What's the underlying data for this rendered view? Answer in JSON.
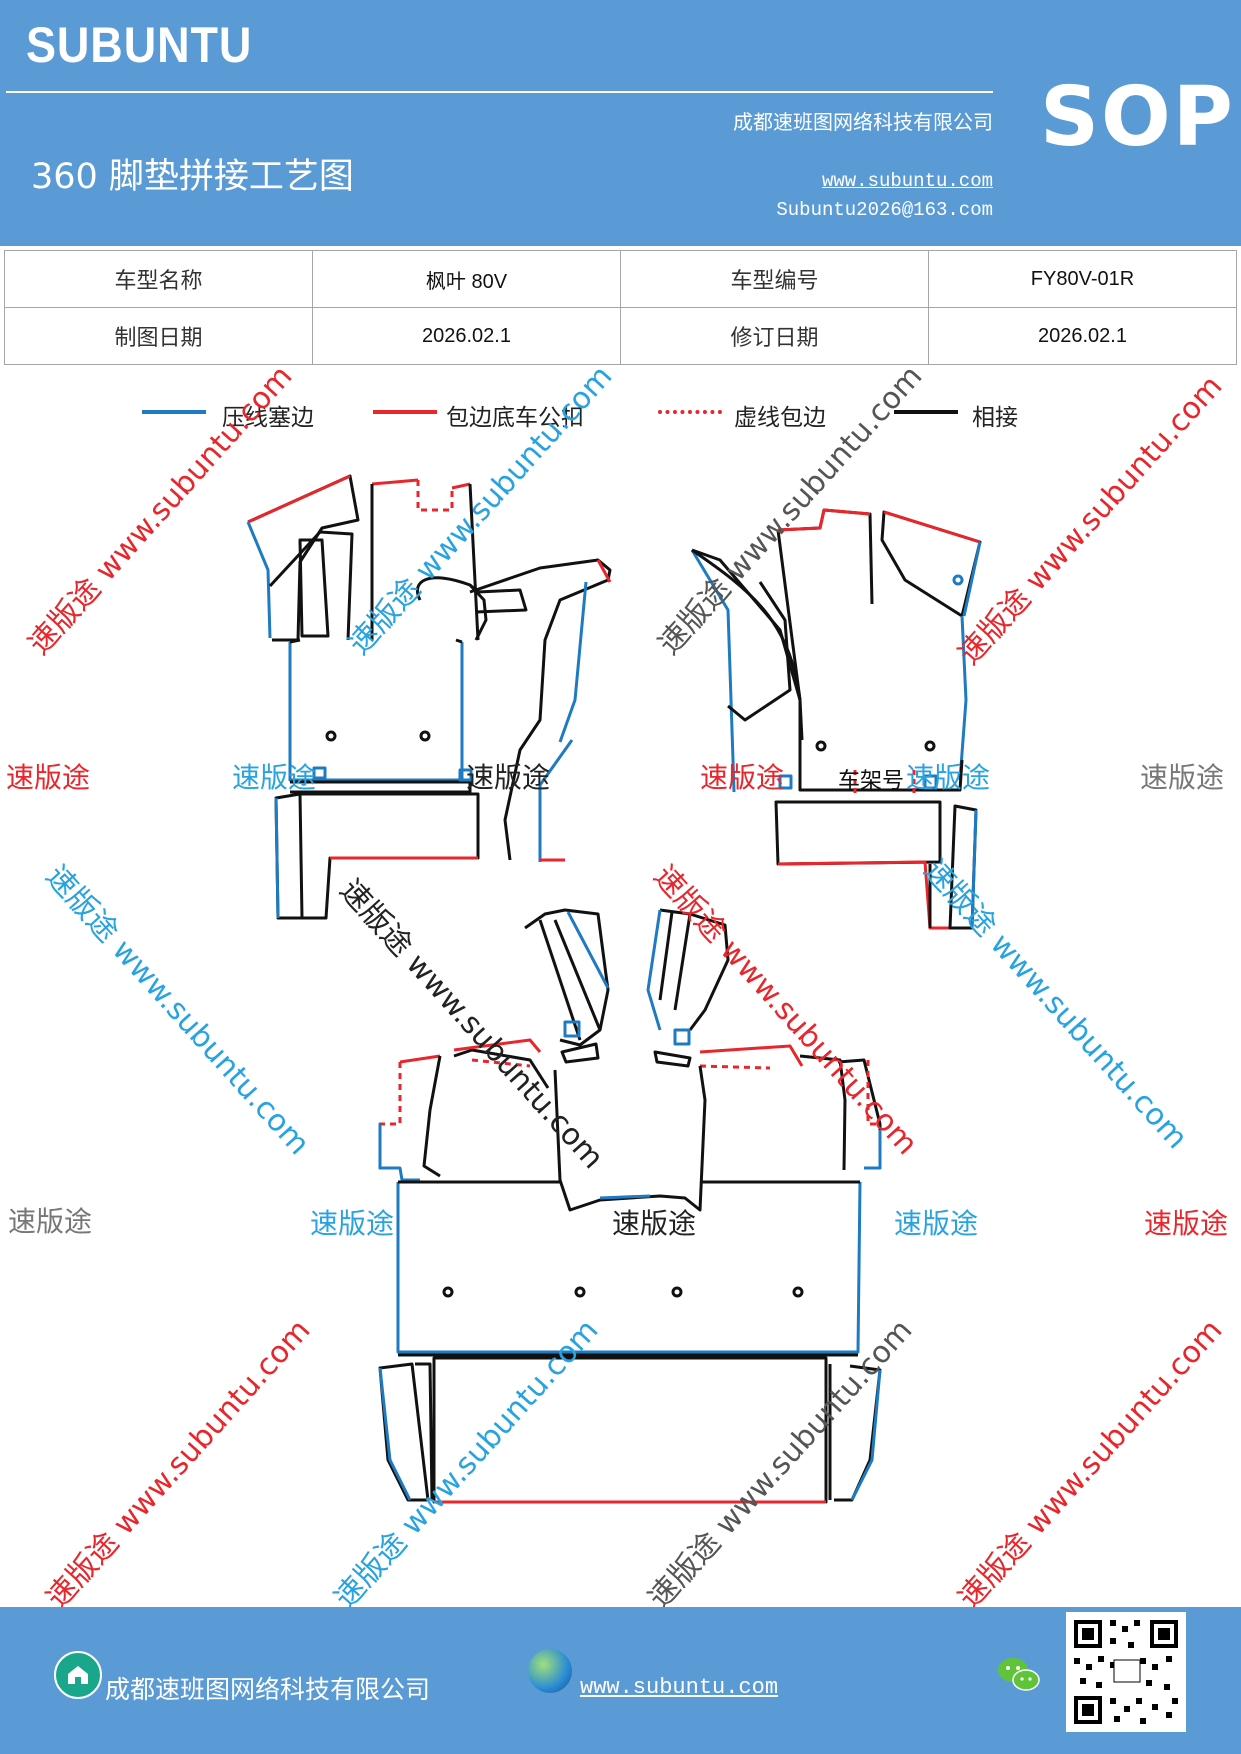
{
  "header": {
    "brand": "SUBUNTU",
    "doc_type": "SOP",
    "title": "360 脚垫拼接工艺图",
    "company": "成都速班图网络科技有限公司",
    "website": "www.subuntu.com",
    "email": "Subuntu2026@163.com"
  },
  "info_table": {
    "rows": [
      [
        "车型名称",
        "枫叶 80V",
        "车型编号",
        "FY80V-01R"
      ],
      [
        "制图日期",
        "2026.02.1",
        "修订日期",
        "2026.02.1"
      ]
    ]
  },
  "legend": [
    {
      "label": "压线塞边",
      "color": "#1f7bc1",
      "style": "solid"
    },
    {
      "label": "包边底车公扣",
      "color": "#e8262b",
      "style": "solid"
    },
    {
      "label": "虚线包边",
      "color": "#e8262b",
      "style": "dashed"
    },
    {
      "label": "相接",
      "color": "#111111",
      "style": "solid"
    }
  ],
  "drawing": {
    "frame_label": "车架号"
  },
  "watermarks": {
    "brand_text": "速版途",
    "diag_text": "速版途 www.subuntu.com",
    "colors": {
      "red": "#e8262b",
      "blue": "#29a3e0",
      "gray": "#777777",
      "dark": "#222222"
    }
  },
  "footer": {
    "company": "成都速班图网络科技有限公司",
    "website": "www.subuntu.com "
  },
  "colors": {
    "header_bg": "#5b9bd5",
    "blue_edge": "#1f7bc1",
    "red_edge": "#e8262b"
  }
}
